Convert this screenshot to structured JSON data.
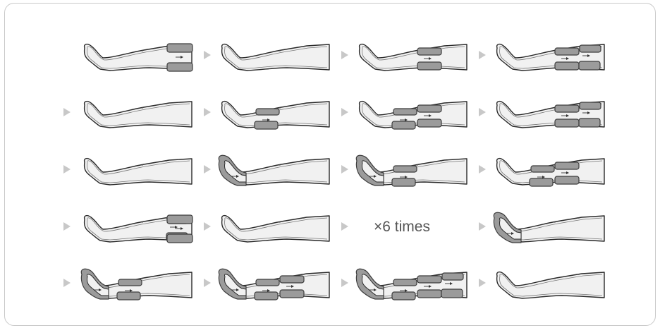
{
  "colors": {
    "frame_border": "#c9c9c9",
    "leg_fill": "#f1f1f1",
    "leg_outline": "#2a2a2a",
    "cuff_fill": "#9b9b9b",
    "cuff_outline": "#3c3c3c",
    "arrow_marker": "#c8c8c8",
    "flow_arrow": "#333333"
  },
  "repeat_label": "×6 times",
  "sequence": [
    {
      "step": 1,
      "inflated": [
        "thigh_upper"
      ]
    },
    {
      "step": 2,
      "inflated": []
    },
    {
      "step": 3,
      "inflated": [
        "knee"
      ]
    },
    {
      "step": 4,
      "inflated": [
        "knee",
        "thigh_lower"
      ]
    },
    {
      "step": 5,
      "inflated": []
    },
    {
      "step": 6,
      "inflated": [
        "calf"
      ]
    },
    {
      "step": 7,
      "inflated": [
        "calf",
        "knee"
      ]
    },
    {
      "step": 8,
      "inflated": [
        "knee",
        "thigh_lower"
      ]
    },
    {
      "step": 9,
      "inflated": []
    },
    {
      "step": 10,
      "inflated": [
        "foot"
      ]
    },
    {
      "step": 11,
      "inflated": [
        "foot",
        "calf"
      ]
    },
    {
      "step": 12,
      "inflated": [
        "calf",
        "knee"
      ]
    },
    {
      "step": 13,
      "inflated": [
        "thigh_lower",
        "thigh_upper"
      ]
    },
    {
      "step": 14,
      "inflated": []
    },
    {
      "step": 15,
      "type": "label"
    },
    {
      "step": 16,
      "inflated": [
        "foot"
      ]
    },
    {
      "step": 17,
      "inflated": [
        "foot",
        "calf"
      ]
    },
    {
      "step": 18,
      "inflated": [
        "foot",
        "calf",
        "knee"
      ]
    },
    {
      "step": 19,
      "inflated": [
        "foot",
        "calf",
        "knee",
        "thigh_lower"
      ]
    },
    {
      "step": 20,
      "inflated": []
    }
  ]
}
